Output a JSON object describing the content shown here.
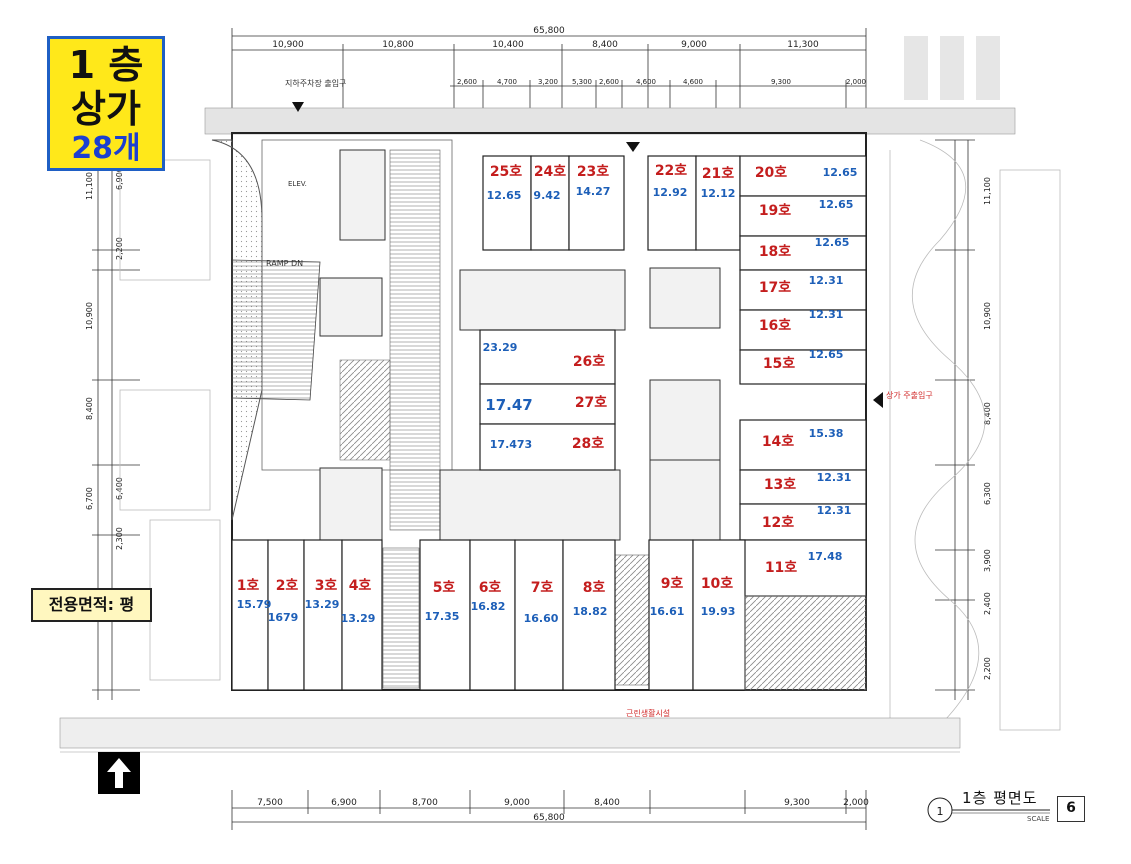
{
  "badge": {
    "floor": "1 층",
    "type": "상가",
    "count": "28개"
  },
  "legend": "전용면적: 평",
  "caption": {
    "number": "1",
    "title": "1층 평면도",
    "scale": "SCALE"
  },
  "page_number": "6",
  "top_dims_outer": [
    "10,900",
    "10,800",
    "10,400",
    "8,400",
    "9,000",
    "11,300"
  ],
  "top_total": "65,800",
  "top_dims_inner": [
    "2,600",
    "4,700",
    "3,200",
    "5,300",
    "2,600",
    "4,600",
    "4,600",
    "9,300",
    "2,000"
  ],
  "bottom_dims": [
    "7,500",
    "6,900",
    "8,700",
    "9,000",
    "8,400",
    "9,300",
    "2,000"
  ],
  "bottom_total": "65,800",
  "left_dims": [
    "11,100",
    "6,900",
    "2,200",
    "10,900",
    "8,400",
    "6,700",
    "6,400",
    "2,300"
  ],
  "right_dims": [
    "11,100",
    "10,900",
    "8,400",
    "6,300",
    "3,900",
    "2,400",
    "2,200"
  ],
  "notes": {
    "parking_entrance": "지하주차장 출입구",
    "ramp": "RAMP DN",
    "elev": "ELEV.",
    "service_entrance": "상가 주출입구",
    "public_facility": "근린생활시설"
  },
  "units": [
    {
      "id": "1호",
      "area": "15.79"
    },
    {
      "id": "2호",
      "area": "1679"
    },
    {
      "id": "3호",
      "area": "13.29"
    },
    {
      "id": "4호",
      "area": "13.29"
    },
    {
      "id": "5호",
      "area": "17.35"
    },
    {
      "id": "6호",
      "area": "16.82"
    },
    {
      "id": "7호",
      "area": "16.60"
    },
    {
      "id": "8호",
      "area": "18.82"
    },
    {
      "id": "9호",
      "area": "16.61"
    },
    {
      "id": "10호",
      "area": "19.93"
    },
    {
      "id": "11호",
      "area": "17.48"
    },
    {
      "id": "12호",
      "area": "12.31"
    },
    {
      "id": "13호",
      "area": "12.31"
    },
    {
      "id": "14호",
      "area": "15.38"
    },
    {
      "id": "15호",
      "area": "12.65"
    },
    {
      "id": "16호",
      "area": "12.31"
    },
    {
      "id": "17호",
      "area": "12.31"
    },
    {
      "id": "18호",
      "area": "12.65"
    },
    {
      "id": "19호",
      "area": "12.65"
    },
    {
      "id": "20호",
      "area": "12.65"
    },
    {
      "id": "21호",
      "area": "12.12"
    },
    {
      "id": "22호",
      "area": "12.92"
    },
    {
      "id": "23호",
      "area": "14.27"
    },
    {
      "id": "24호",
      "area": "9.42"
    },
    {
      "id": "25호",
      "area": "12.65"
    },
    {
      "id": "26호",
      "area": "23.29"
    },
    {
      "id": "27호",
      "area": "17.47"
    },
    {
      "id": "28호",
      "area": "17.473"
    }
  ]
}
